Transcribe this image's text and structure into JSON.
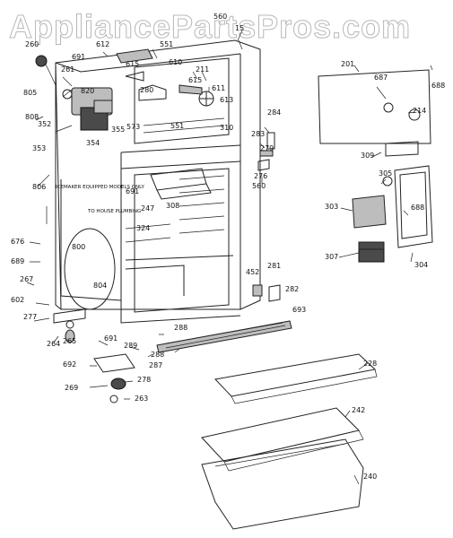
{
  "watermark": "AppliancePartsPros.com",
  "callouts": [
    "560",
    "15",
    "612",
    "551",
    "691",
    "615",
    "610",
    "211",
    "260",
    "261",
    "820",
    "805",
    "280",
    "615",
    "611",
    "613",
    "808",
    "352",
    "355",
    "354",
    "573",
    "551",
    "310",
    "284",
    "283",
    "279",
    "276",
    "560",
    "353",
    "806",
    "691",
    "247",
    "308",
    "324",
    "452",
    "281",
    "282",
    "693",
    "676",
    "689",
    "800",
    "267",
    "804",
    "602",
    "277",
    "264",
    "265",
    "691",
    "289",
    "288",
    "288",
    "692",
    "287",
    "269",
    "278",
    "263",
    "201",
    "687",
    "688",
    "214",
    "309",
    "305",
    "303",
    "688",
    "307",
    "304",
    "228",
    "242",
    "240"
  ],
  "notes": {
    "icemaker": "ICEMAKER EQUIPPED MODELS ONLY",
    "plumbing": "TO HOUSE PLUMBING"
  }
}
